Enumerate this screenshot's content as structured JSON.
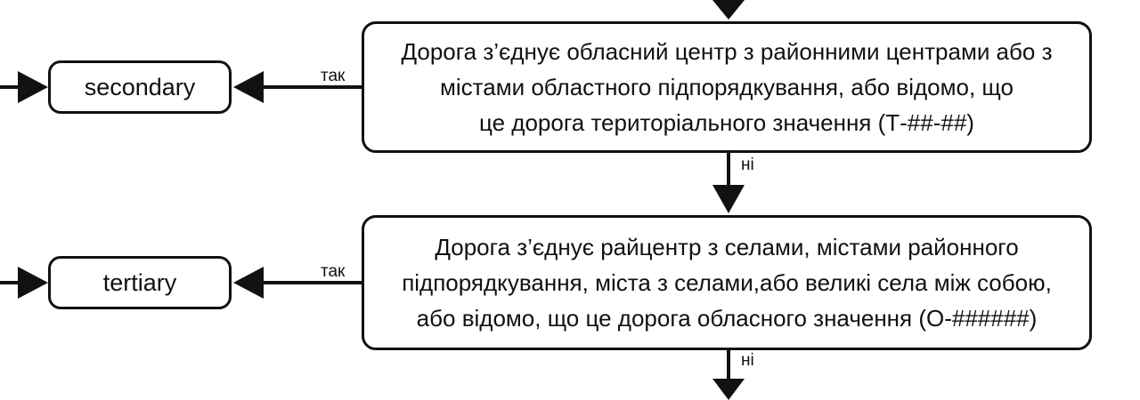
{
  "diagram": {
    "decisions": [
      {
        "lines": [
          "Дорога з’єднує обласний центр з районними центрами або з",
          "містами областного підпорядкування, або відомо, що",
          "це дорога територіального значення (Т-##-##)"
        ],
        "yes_label": "так",
        "no_label": "ні"
      },
      {
        "lines": [
          "Дорога з’єднує райцентр з селами, містами районного",
          "підпорядкування, міста з селами,або великі села між собою,",
          "або відомо, що це дорога обласного значення (О-######)"
        ],
        "yes_label": "так",
        "no_label": "ні"
      }
    ],
    "results": [
      "secondary",
      "tertiary"
    ]
  }
}
